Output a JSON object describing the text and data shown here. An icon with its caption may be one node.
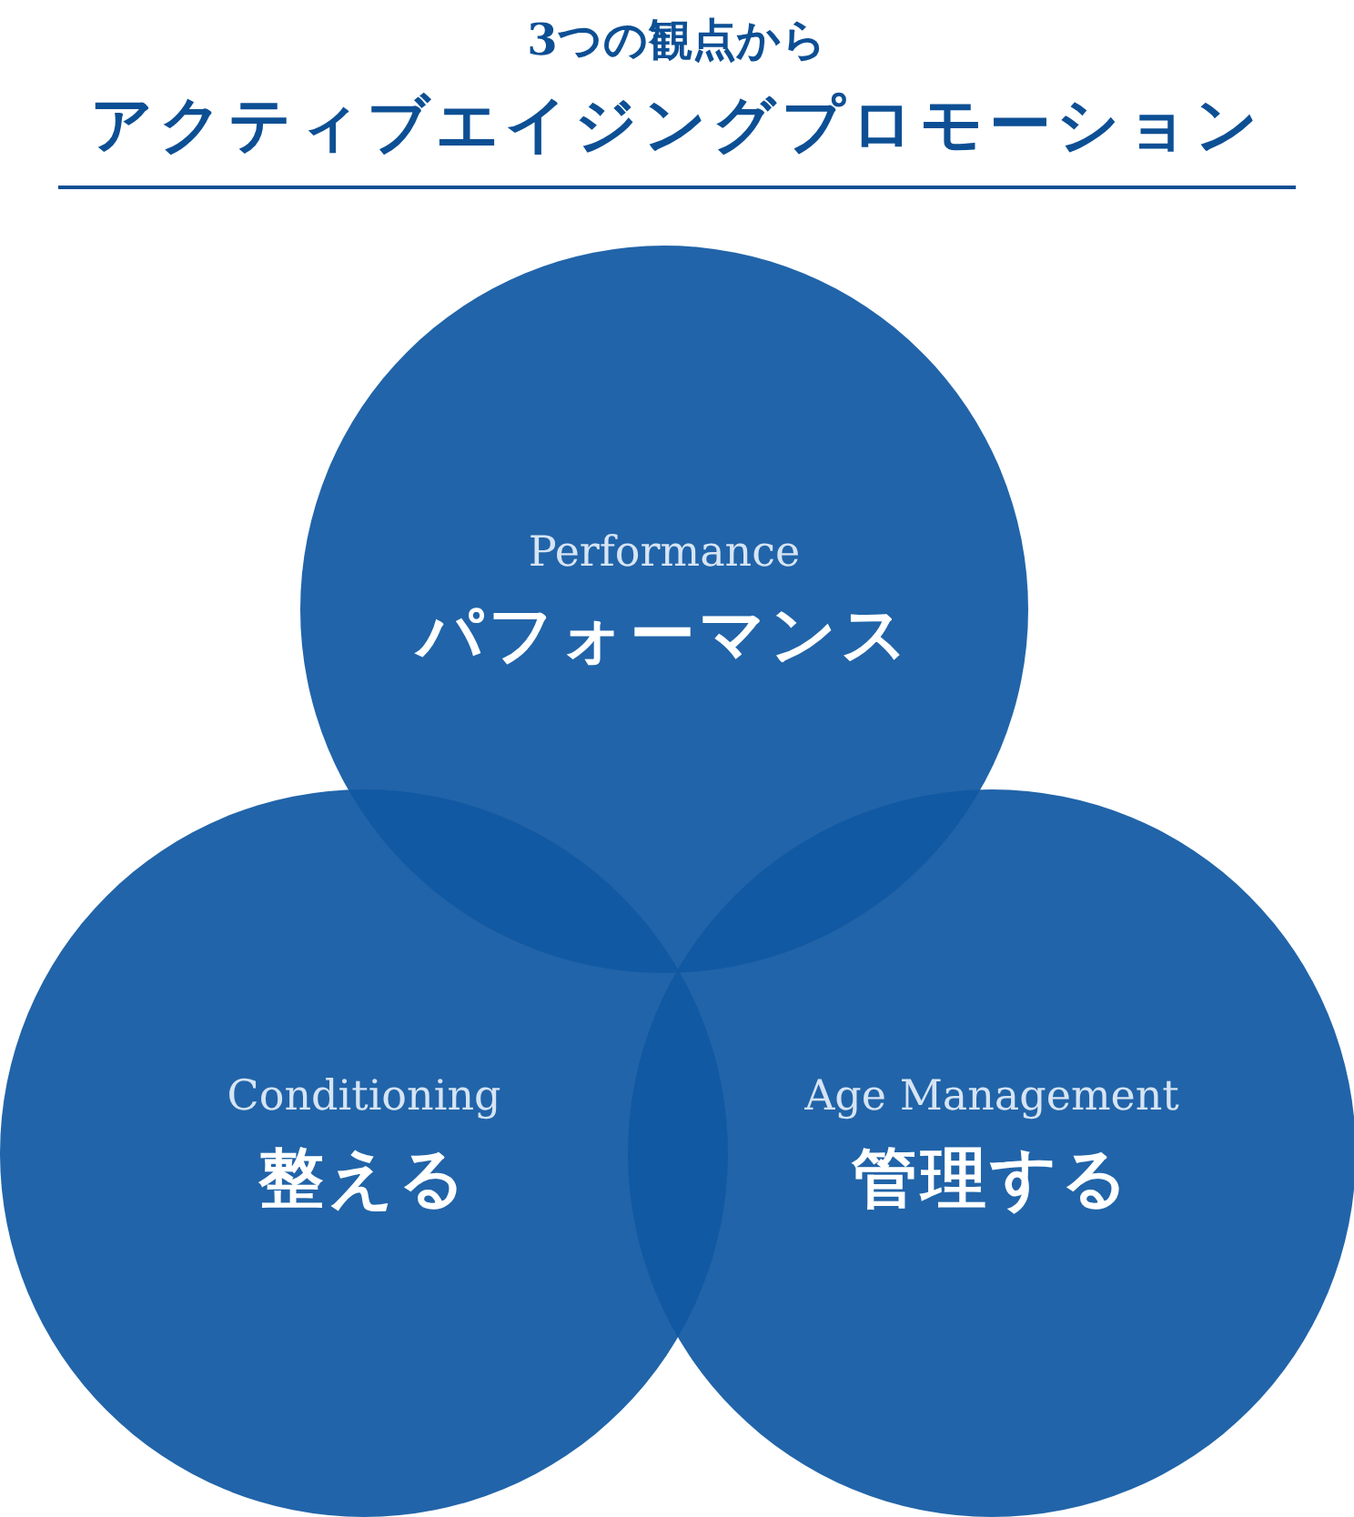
{
  "diagram": {
    "title": "アクティブエイジングプロモーション",
    "labels": [
      "3つの観点から"
    ],
    "nodes": [
      {
        "text": [
          "Performance",
          "パフォーマンス"
        ]
      },
      {
        "text": [
          "Conditioning",
          "整える"
        ]
      },
      {
        "text": [
          "Age Management",
          "管理する"
        ]
      }
    ]
  }
}
